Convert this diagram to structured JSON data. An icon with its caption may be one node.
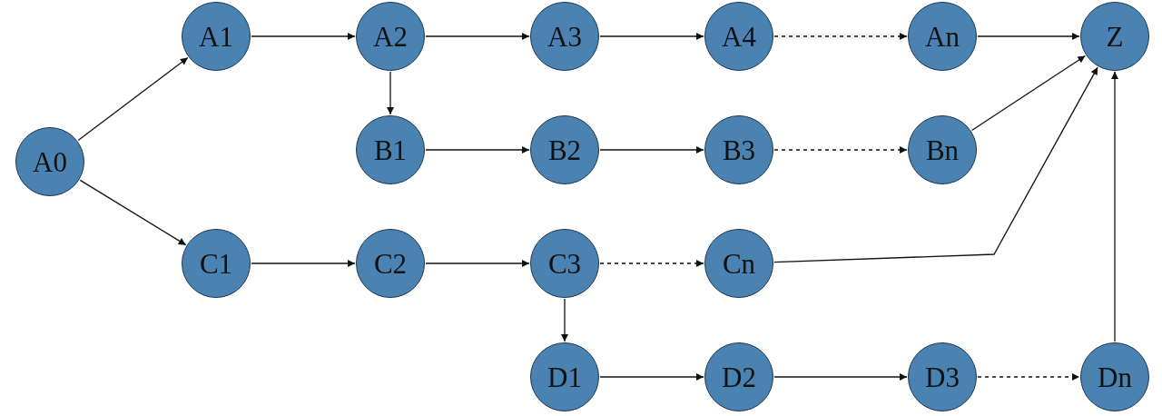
{
  "diagram": {
    "nodes": [
      {
        "text": [
          "A0"
        ]
      },
      {
        "text": [
          "A1"
        ]
      },
      {
        "text": [
          "A2"
        ]
      },
      {
        "text": [
          "A3"
        ]
      },
      {
        "text": [
          "A4"
        ]
      },
      {
        "text": [
          "An"
        ]
      },
      {
        "text": [
          "Z"
        ]
      },
      {
        "text": [
          "B1"
        ]
      },
      {
        "text": [
          "B2"
        ]
      },
      {
        "text": [
          "B3"
        ]
      },
      {
        "text": [
          "Bn"
        ]
      },
      {
        "text": [
          "C1"
        ]
      },
      {
        "text": [
          "C2"
        ]
      },
      {
        "text": [
          "C3"
        ]
      },
      {
        "text": [
          "Cn"
        ]
      },
      {
        "text": [
          "D1"
        ]
      },
      {
        "text": [
          "D2"
        ]
      },
      {
        "text": [
          "D3"
        ]
      },
      {
        "text": [
          "Dn"
        ]
      }
    ],
    "edges": [
      {
        "from": 0,
        "to": 1,
        "arrow": "to"
      },
      {
        "from": 0,
        "to": 11,
        "arrow": "to"
      },
      {
        "from": 1,
        "to": 2,
        "arrow": "to"
      },
      {
        "from": 2,
        "to": 3,
        "arrow": "to"
      },
      {
        "from": 3,
        "to": 4,
        "arrow": "to"
      },
      {
        "from": 4,
        "to": 5,
        "arrow": "to",
        "style": "dashed"
      },
      {
        "from": 5,
        "to": 6,
        "arrow": "to"
      },
      {
        "from": 2,
        "to": 7,
        "arrow": "to"
      },
      {
        "from": 7,
        "to": 8,
        "arrow": "to"
      },
      {
        "from": 8,
        "to": 9,
        "arrow": "to"
      },
      {
        "from": 9,
        "to": 10,
        "arrow": "to",
        "style": "dashed"
      },
      {
        "from": 10,
        "to": 6,
        "arrow": "to"
      },
      {
        "from": 11,
        "to": 12,
        "arrow": "to"
      },
      {
        "from": 12,
        "to": 13,
        "arrow": "to"
      },
      {
        "from": 13,
        "to": 14,
        "arrow": "to",
        "style": "dashed"
      },
      {
        "from": 14,
        "to": 6,
        "arrow": "to"
      },
      {
        "from": 13,
        "to": 15,
        "arrow": "to"
      },
      {
        "from": 15,
        "to": 16,
        "arrow": "to"
      },
      {
        "from": 16,
        "to": 17,
        "arrow": "to"
      },
      {
        "from": 17,
        "to": 18,
        "arrow": "to",
        "style": "dashed"
      },
      {
        "from": 18,
        "to": 6,
        "arrow": "to"
      }
    ]
  }
}
